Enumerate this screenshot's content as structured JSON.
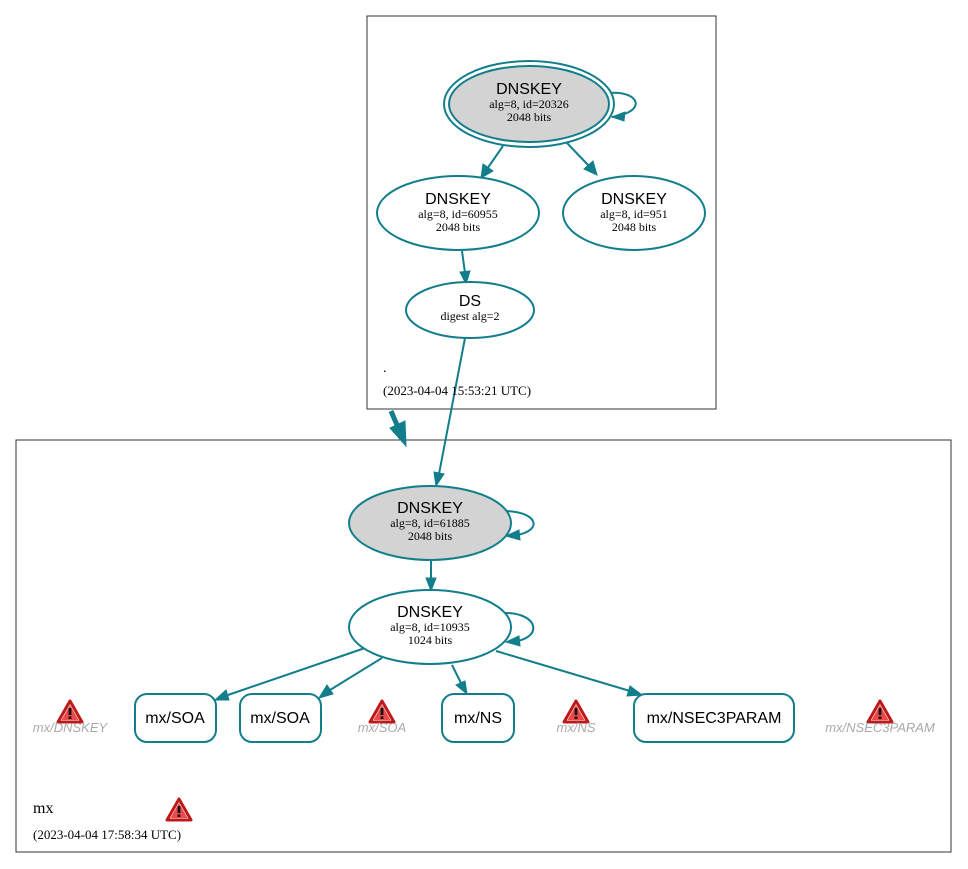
{
  "zones": {
    "root": {
      "name": ".",
      "timestamp": "(2023-04-04 15:53:21 UTC)"
    },
    "mx": {
      "name": "mx",
      "timestamp": "(2023-04-04 17:58:34 UTC)"
    }
  },
  "nodes": {
    "root_ksk": {
      "type": "DNSKEY",
      "line1": "alg=8, id=20326",
      "line2": "2048 bits"
    },
    "root_zsk1": {
      "type": "DNSKEY",
      "line1": "alg=8, id=60955",
      "line2": "2048 bits"
    },
    "root_zsk2": {
      "type": "DNSKEY",
      "line1": "alg=8, id=951",
      "line2": "2048 bits"
    },
    "ds": {
      "type": "DS",
      "line1": "digest alg=2"
    },
    "mx_ksk": {
      "type": "DNSKEY",
      "line1": "alg=8, id=61885",
      "line2": "2048 bits"
    },
    "mx_zsk": {
      "type": "DNSKEY",
      "line1": "alg=8, id=10935",
      "line2": "1024 bits"
    }
  },
  "records": {
    "soa1": "mx/SOA",
    "soa2": "mx/SOA",
    "ns": "mx/NS",
    "nsec3param": "mx/NSEC3PARAM"
  },
  "warnings": {
    "dnskey": "mx/DNSKEY",
    "soa": "mx/SOA",
    "ns": "mx/NS",
    "nsec3param": "mx/NSEC3PARAM"
  },
  "colors": {
    "edge": "#127e8c",
    "ksk_fill": "#d3d3d3",
    "warning_red": "#cc2222"
  }
}
